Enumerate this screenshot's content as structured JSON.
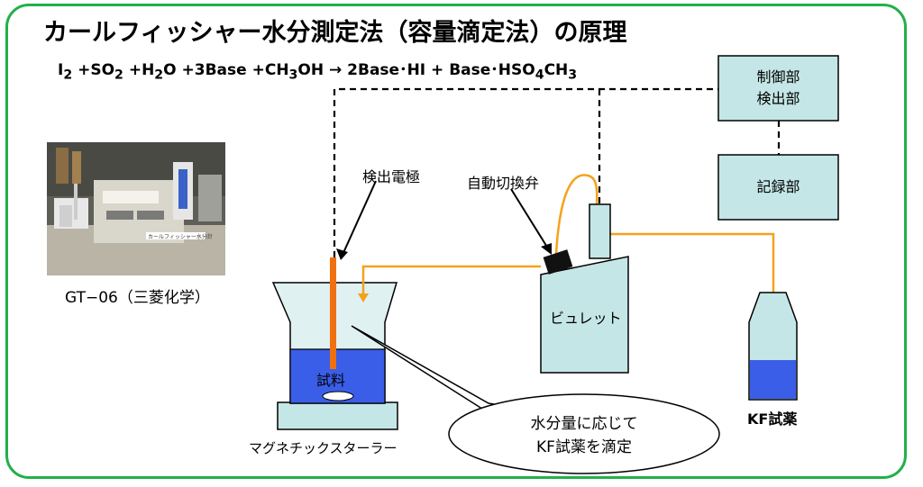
{
  "title": "カールフィッシャー水分測定法（容量滴定法）の原理",
  "equation": {
    "p1": "I",
    "s1": "2",
    "p2": " +SO",
    "s2": "2",
    "p3": " +H",
    "s3": "2",
    "p4": "O +3Base +CH",
    "s4": "3",
    "p5": "OH → 2Base･HI + Base･HSO",
    "s5": "4",
    "p6": "CH",
    "s6": "3"
  },
  "photo": {
    "caption": "GT−06（三菱化学）",
    "screen_text": "カールフィッシャー水分計"
  },
  "labels": {
    "electrode": "検出電極",
    "valve": "自動切換弁",
    "burette": "ビュレット",
    "sample": "試料",
    "stirrer": "マグネチックスターラー",
    "kf_reagent": "KF試薬",
    "control_line1": "制御部",
    "control_line2": "検出部",
    "recorder": "記録部",
    "callout_line1": "水分量に応じて",
    "callout_line2": "KF試薬を滴定"
  },
  "colors": {
    "frame": "#22b04a",
    "box_fill": "#c5e6e6",
    "liquid": "#3a5ee8",
    "tubing": "#f5a21b",
    "electrode": "#f07010"
  }
}
